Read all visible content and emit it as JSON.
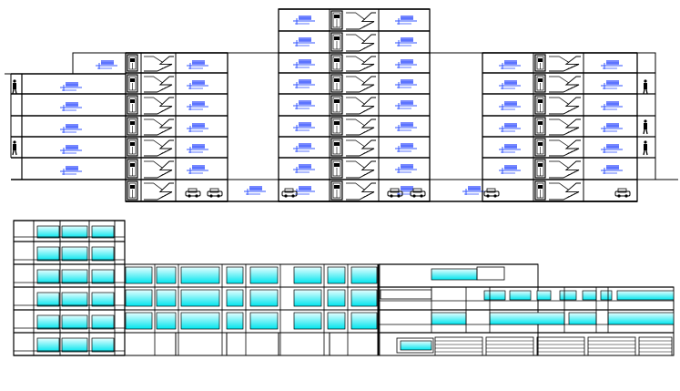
{
  "drawing": {
    "type": "architectural-cad-drawing",
    "views": [
      {
        "name": "section",
        "symbols": [
          "room-level-marker",
          "stair-flight",
          "lift-shaft",
          "car-icon",
          "human-figure-icon"
        ]
      },
      {
        "name": "elevation",
        "symbols": [
          "glazing-band",
          "window-mullions"
        ]
      }
    ],
    "colors": {
      "linework": "#000000",
      "level_marker": "#3355ff",
      "marker_fill": "#7788ff",
      "glazing": "#00e5ee",
      "glazing_light": "#e6feff"
    }
  }
}
